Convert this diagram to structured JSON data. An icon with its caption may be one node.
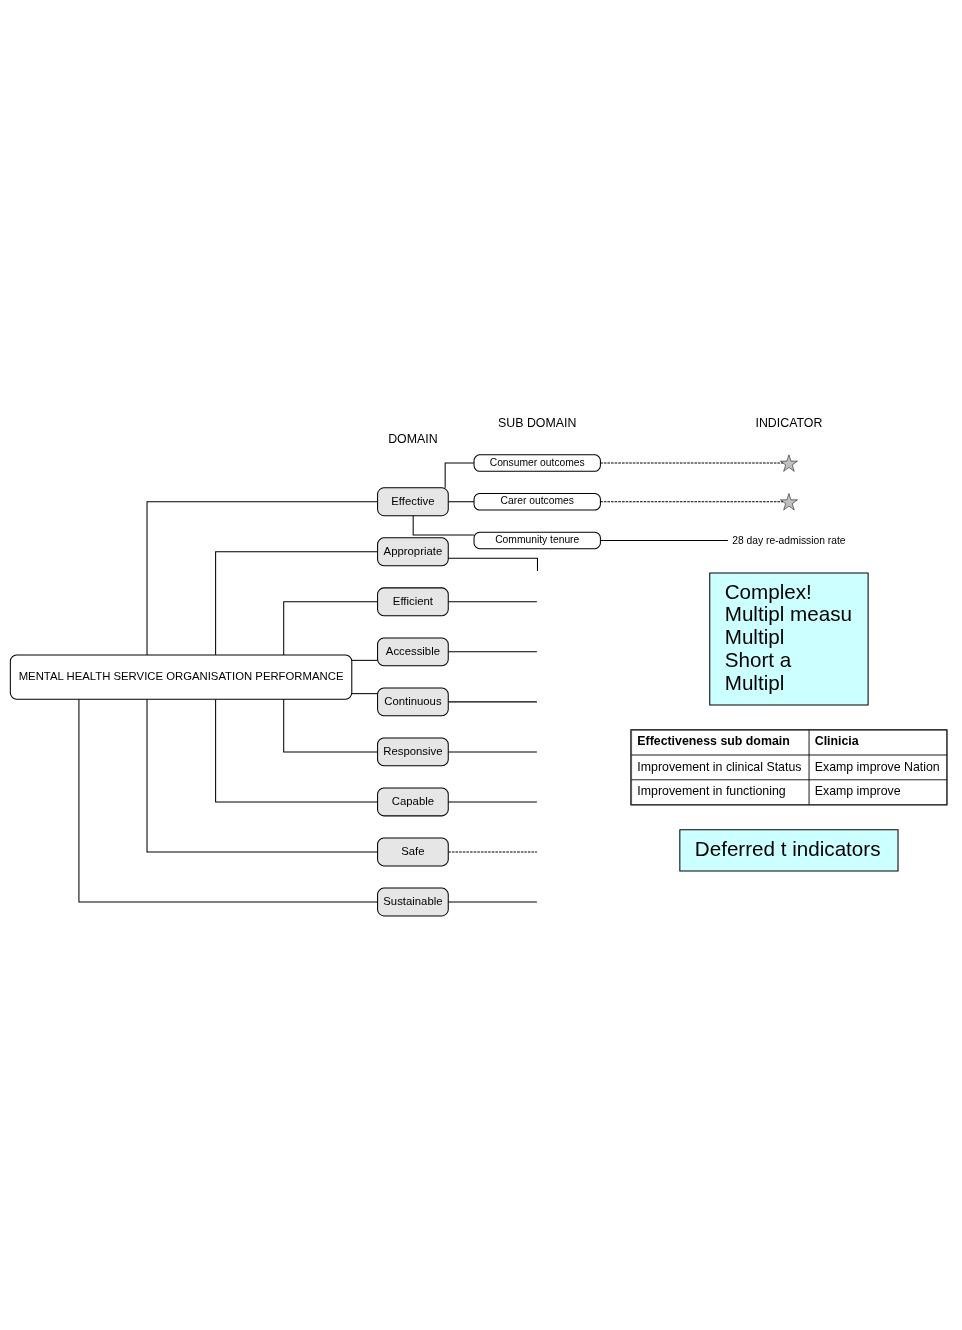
{
  "diagram": {
    "nodes": [
      {
        "text": [
          "MENTAL HEALTH SERVICE ORGANISATION PERFORMANCE"
        ]
      },
      {
        "text": [
          "Effective"
        ]
      },
      {
        "text": [
          "Appropriate"
        ]
      },
      {
        "text": [
          "Efficient"
        ]
      },
      {
        "text": [
          "Accessible"
        ]
      },
      {
        "text": [
          "Continuous"
        ]
      },
      {
        "text": [
          "Responsive"
        ]
      },
      {
        "text": [
          "Capable"
        ]
      },
      {
        "text": [
          "Safe"
        ]
      },
      {
        "text": [
          "Sustainable"
        ]
      },
      {
        "text": [
          "Consumer outcomes"
        ]
      },
      {
        "text": [
          "Carer outcomes"
        ]
      },
      {
        "text": [
          "Community tenure"
        ]
      },
      {
        "text": [],
        "shape": "star"
      },
      {
        "text": [],
        "shape": "star"
      },
      {
        "text": [
          "28 day re-admission rate"
        ]
      },
      {
        "text": [
          "Complex!",
          "Multipl measu",
          "Multipl",
          "Short a",
          "Multipl"
        ]
      },
      {
        "text": [
          "Deferred t indicators"
        ]
      }
    ],
    "edges": [
      {
        "from": 0,
        "to": 1,
        "arrow": "none"
      },
      {
        "from": 0,
        "to": 2,
        "arrow": "none"
      },
      {
        "from": 0,
        "to": 3,
        "arrow": "none"
      },
      {
        "from": 0,
        "to": 4,
        "arrow": "none"
      },
      {
        "from": 0,
        "to": 5,
        "arrow": "none"
      },
      {
        "from": 0,
        "to": 6,
        "arrow": "none"
      },
      {
        "from": 0,
        "to": 7,
        "arrow": "none"
      },
      {
        "from": 0,
        "to": 8,
        "arrow": "none"
      },
      {
        "from": 0,
        "to": 9,
        "arrow": "none"
      },
      {
        "from": 1,
        "to": 10,
        "arrow": "none"
      },
      {
        "from": 1,
        "to": 11,
        "arrow": "none"
      },
      {
        "from": 1,
        "to": 12,
        "arrow": "none"
      },
      {
        "from": 10,
        "to": 13,
        "arrow": "none",
        "style": "dashed"
      },
      {
        "from": 11,
        "to": 14,
        "arrow": "none",
        "style": "dashed"
      },
      {
        "from": 12,
        "to": 15,
        "arrow": "none"
      },
      {
        "from": 2,
        "to": null,
        "arrow": "none"
      },
      {
        "from": 3,
        "to": null,
        "arrow": "none"
      },
      {
        "from": 4,
        "to": null,
        "arrow": "none"
      },
      {
        "from": 5,
        "to": null,
        "arrow": "none"
      },
      {
        "from": 6,
        "to": null,
        "arrow": "none"
      },
      {
        "from": 7,
        "to": null,
        "arrow": "none"
      },
      {
        "from": 8,
        "to": null,
        "arrow": "none",
        "style": "dashed"
      },
      {
        "from": 9,
        "to": null,
        "arrow": "none"
      }
    ],
    "labels": [
      "DOMAIN",
      "SUB DOMAIN",
      "INDICATOR",
      "Effectiveness sub domain",
      "Clinicia",
      "Improvement in clinical Status",
      "Examp improve Nation",
      "Improvement in functioning",
      "Examp improve"
    ]
  }
}
